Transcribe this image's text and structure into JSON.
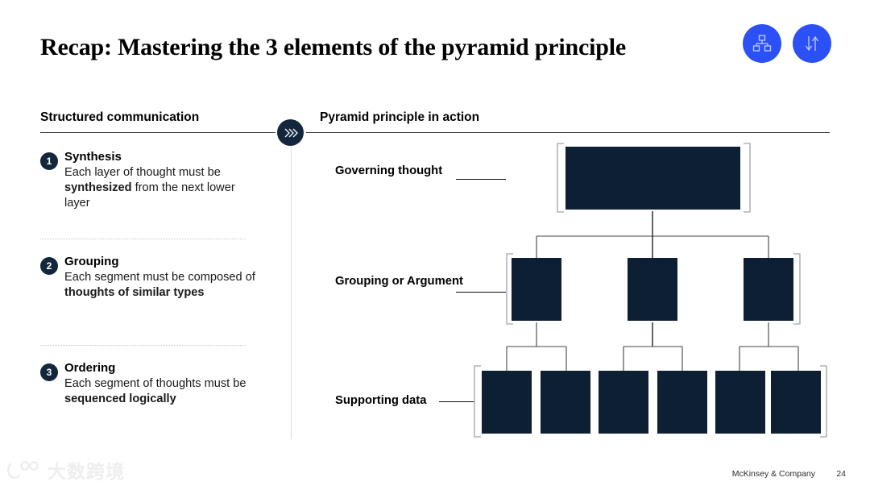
{
  "slide": {
    "title": "Recap: Mastering the 3 elements of the pyramid principle",
    "header_icons": [
      {
        "name": "hierarchy-icon",
        "label": "org-chart"
      },
      {
        "name": "arrows-up-down-icon",
        "label": "up-down-arrows"
      }
    ],
    "accent_blue": "#2b50f6",
    "dark_navy": "#0c1f33",
    "badge_navy": "#13273c"
  },
  "left_column": {
    "heading": "Structured communication",
    "items": [
      {
        "number": "1",
        "title": "Synthesis",
        "text_parts": [
          {
            "t": "Each layer of thought must be ",
            "bold": false
          },
          {
            "t": "synthesized",
            "bold": true
          },
          {
            "t": " from the next lower layer",
            "bold": false
          }
        ],
        "plain": "Each layer of thought must be synthesized from the next lower layer"
      },
      {
        "number": "2",
        "title": "Grouping",
        "text_parts": [
          {
            "t": "Each segment must be composed of ",
            "bold": false
          },
          {
            "t": "thoughts of similar types",
            "bold": true
          }
        ],
        "plain": "Each segment must be composed of thoughts of similar types"
      },
      {
        "number": "3",
        "title": "Ordering",
        "text_parts": [
          {
            "t": "Each segment of thoughts must be ",
            "bold": false
          },
          {
            "t": "sequenced logically",
            "bold": true
          }
        ],
        "plain": "Each segment of thoughts must be sequenced logically"
      }
    ]
  },
  "right_column": {
    "heading": "Pyramid principle in action",
    "levels": [
      {
        "label": "Governing thought",
        "box_count": 1
      },
      {
        "label": "Grouping or Argument",
        "box_count": 3
      },
      {
        "label": "Supporting data",
        "box_count": 6
      }
    ]
  },
  "footer": {
    "brand": "McKinsey & Company",
    "page": "24",
    "watermark": "大数跨境"
  }
}
